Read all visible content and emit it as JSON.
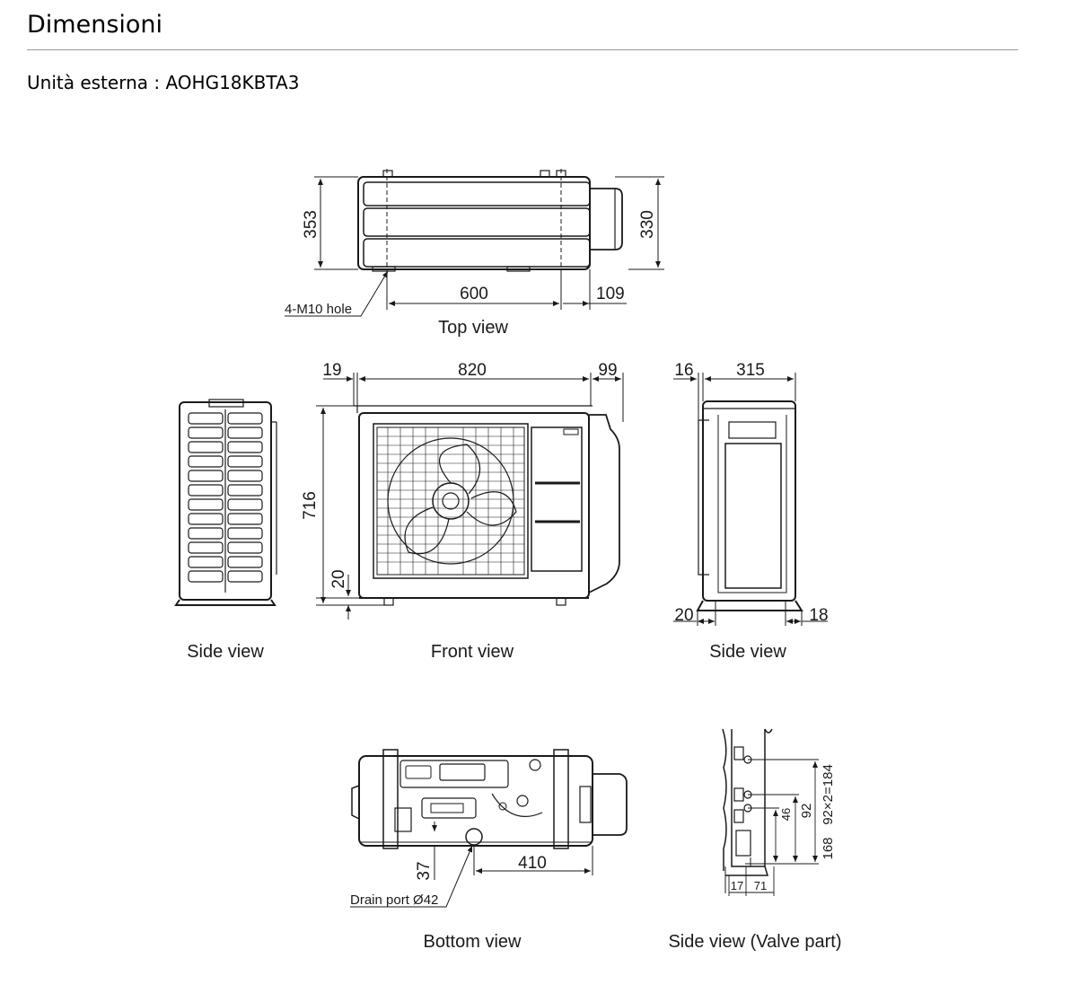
{
  "page": {
    "title": "Dimensioni",
    "subtitle": "Unità esterna : AOHG18KBTA3"
  },
  "views": {
    "top": "Top view",
    "side_left": "Side view",
    "front": "Front view",
    "side_right": "Side view",
    "bottom": "Bottom view",
    "valve": "Side view (Valve part)"
  },
  "dims": {
    "top_height": "353",
    "top_depth": "330",
    "top_holes": "600",
    "top_offset": "109",
    "hole_note": "4-M10 hole",
    "front_left": "19",
    "front_width": "820",
    "front_right": "99",
    "front_height": "716",
    "front_foot": "20",
    "side_offset": "16",
    "side_width": "315",
    "side_left_foot": "20",
    "side_right_foot": "18",
    "bottom_drain_offset": "37",
    "bottom_distance": "410",
    "drain_note": "Drain port Ø42",
    "valve_pitch": "92×2=184",
    "valve_92": "92",
    "valve_46": "46",
    "valve_168": "168",
    "valve_17": "17",
    "valve_71": "71"
  }
}
